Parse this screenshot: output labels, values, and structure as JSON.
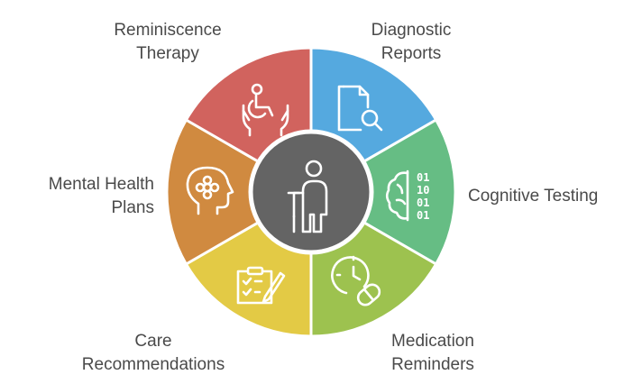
{
  "segments": [
    {
      "id": "diagnostic-reports",
      "lines": [
        "Diagnostic",
        "Reports"
      ],
      "color": "#55a9df",
      "icon": "document-search-icon"
    },
    {
      "id": "cognitive-testing",
      "lines": [
        "Cognitive Testing"
      ],
      "color": "#66bd84",
      "icon": "brain-binary-icon"
    },
    {
      "id": "medication-reminders",
      "lines": [
        "Medication",
        "Reminders"
      ],
      "color": "#9dc24f",
      "icon": "clock-pill-icon"
    },
    {
      "id": "care-recommendations",
      "lines": [
        "Care",
        "Recommendations"
      ],
      "color": "#e3ca45",
      "icon": "clipboard-checklist-icon"
    },
    {
      "id": "mental-health-plans",
      "lines": [
        "Mental Health",
        "Plans"
      ],
      "color": "#d08a40",
      "icon": "head-flower-icon"
    },
    {
      "id": "reminiscence-therapy",
      "lines": [
        "Reminiscence",
        "Therapy"
      ],
      "color": "#d1635e",
      "icon": "care-hands-wheelchair-icon"
    }
  ],
  "center": {
    "color": "#646464",
    "ring_color": "#ffffff",
    "icon": "elderly-person-cane-icon"
  },
  "binary_digits": [
    "01",
    "10",
    "01",
    "01"
  ],
  "text_color": "#4a4a4a"
}
